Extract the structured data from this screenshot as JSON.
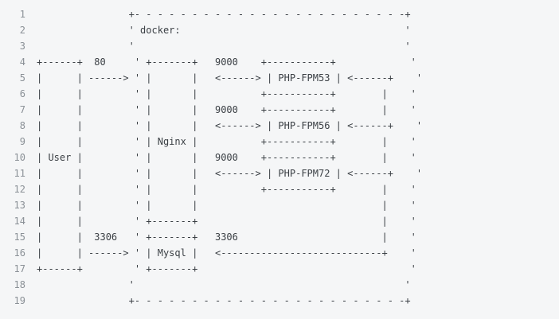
{
  "code_block": {
    "lines": [
      {
        "number": "1",
        "text": "                +- - - - - - - - - - - - - - - - - - - - - - - -+"
      },
      {
        "number": "2",
        "text": "                ' docker:                                       '"
      },
      {
        "number": "3",
        "text": "                '                                               '"
      },
      {
        "number": "4",
        "text": "+------+  80     ' +-------+   9000    +-----------+             '"
      },
      {
        "number": "5",
        "text": "|      | ------> ' |       |   <------> | PHP-FPM53 | <------+    '"
      },
      {
        "number": "6",
        "text": "|      |         ' |       |           +-----------+        |    '"
      },
      {
        "number": "7",
        "text": "|      |         ' |       |   9000    +-----------+        |    '"
      },
      {
        "number": "8",
        "text": "|      |         ' |       |   <------> | PHP-FPM56 | <------+    '"
      },
      {
        "number": "9",
        "text": "|      |         ' | Nginx |           +-----------+        |    '"
      },
      {
        "number": "10",
        "text": "| User |         ' |       |   9000    +-----------+        |    '"
      },
      {
        "number": "11",
        "text": "|      |         ' |       |   <------> | PHP-FPM72 | <------+    '"
      },
      {
        "number": "12",
        "text": "|      |         ' |       |           +-----------+        |    '"
      },
      {
        "number": "13",
        "text": "|      |         ' |       |                                |    '"
      },
      {
        "number": "14",
        "text": "|      |         ' +-------+                                |    '"
      },
      {
        "number": "15",
        "text": "|      |  3306   ' +-------+   3306                         |    '"
      },
      {
        "number": "16",
        "text": "|      | ------> ' | Mysql |   <----------------------------+    '"
      },
      {
        "number": "17",
        "text": "+------+         ' +-------+                                     '"
      },
      {
        "number": "18",
        "text": "                '                                               '"
      },
      {
        "number": "19",
        "text": "                +- - - - - - - - - - - - - - - - - - - - - - - -+"
      }
    ]
  }
}
